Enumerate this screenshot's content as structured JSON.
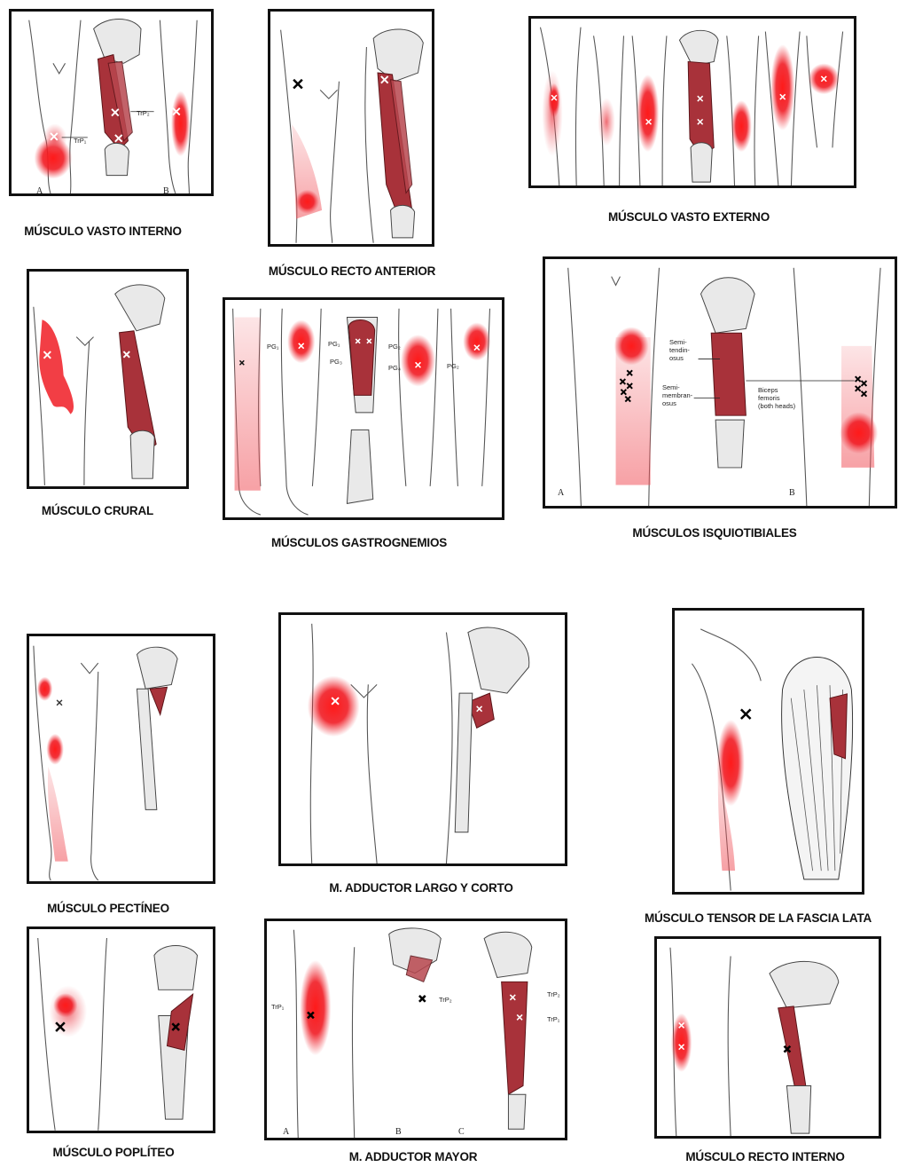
{
  "captions": {
    "vasto_interno": "MÚSCULO VASTO INTERNO",
    "recto_anterior": "MÚSCULO RECTO ANTERIOR",
    "vasto_externo": "MÚSCULO VASTO EXTERNO",
    "crural": "MÚSCULO CRURAL",
    "gastrognemios": "MÚSCULOS GASTROGNEMIOS",
    "isquiotibiales": "MÚSCULOS  ISQUIOTIBIALES",
    "pectineo": "MÚSCULO PECTÍNEO",
    "adductor_largo": "M. ADDUCTOR LARGO Y CORTO",
    "tensor_fascia": "MÚSCULO TENSOR DE LA FASCIA LATA",
    "popliteo": "MÚSCULO POPLÍTEO",
    "adductor_mayor": "M. ADDUCTOR MAYOR",
    "recto_interno": "MÚSCULO RECTO INTERNO"
  },
  "labels": {
    "a": "A",
    "b": "B",
    "c": "C",
    "trp1": "TrP₁",
    "trp2": "TrP₂",
    "trp": "TrP",
    "pg1": "PG₁",
    "pg2": "PG₂",
    "pg3": "PG₃",
    "pg4": "PG₄",
    "semitendinosus": "Semi-\ntendin-\nosus",
    "semimembranosus": "Semi-\nmembran-\nosus",
    "biceps": "Biceps\nfemoris\n(both heads)"
  }
}
